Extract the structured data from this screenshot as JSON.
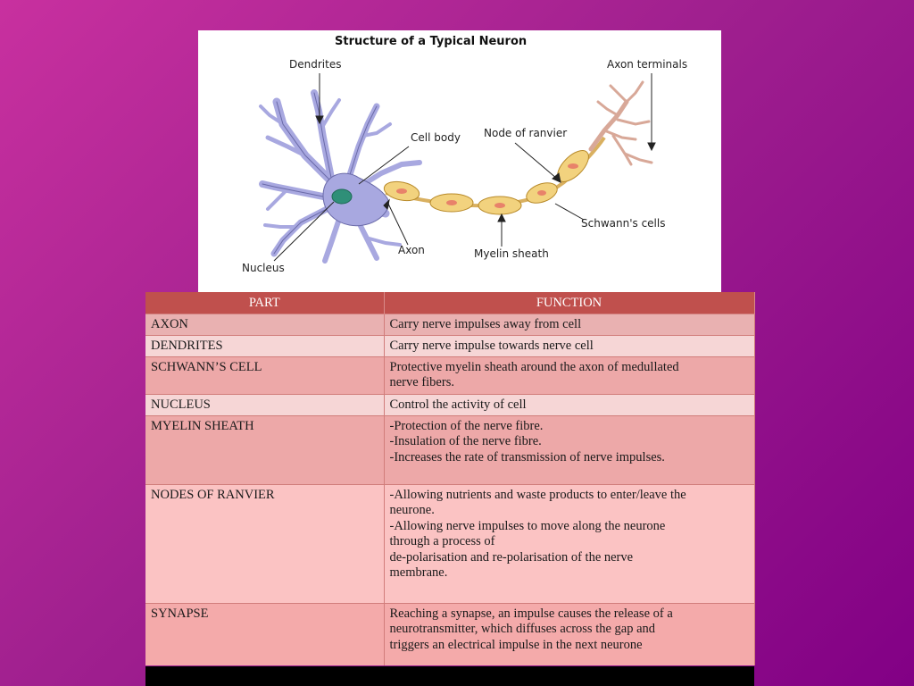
{
  "diagram": {
    "title": "Structure of a Typical Neuron",
    "labels": {
      "dendrites": "Dendrites",
      "axon_terminals": "Axon terminals",
      "cell_body": "Cell body",
      "node_of_ranvier": "Node of ranvier",
      "schwanns_cells": "Schwann's cells",
      "nucleus": "Nucleus",
      "axon": "Axon",
      "myelin_sheath": "Myelin sheath"
    },
    "colors": {
      "cell": "#a8a8e0",
      "cell_outline": "#6a6aa8",
      "nucleus": "#2f8f78",
      "myelin": "#f2d27e",
      "myelin_outline": "#b88a2a",
      "terminals": "#d8a898"
    }
  },
  "table": {
    "headers": {
      "part": "PART",
      "function": "FUNCTION"
    },
    "rows": [
      {
        "part": "AXON",
        "function": [
          "Carry nerve impulses away from cell"
        ]
      },
      {
        "part": "DENDRITES",
        "function": [
          "Carry nerve impulse towards nerve cell"
        ]
      },
      {
        "part": "SCHWANN’S CELL",
        "function": [
          "Protective myelin sheath around the axon of medullated",
          "nerve fibers."
        ]
      },
      {
        "part": "NUCLEUS",
        "function": [
          "Control the activity of cell"
        ]
      },
      {
        "part": "MYELIN SHEATH",
        "function": [
          "-Protection of the nerve fibre.",
          "-Insulation of the nerve fibre.",
          "-Increases the rate of transmission of nerve impulses."
        ]
      },
      {
        "part": "NODES OF RANVIER",
        "function": [
          "-Allowing nutrients and waste products to enter/leave the",
          "neurone.",
          "-Allowing nerve impulses to move along the neurone",
          "through a process of",
          "de-polarisation and re-polarisation of the nerve",
          "membrane."
        ]
      },
      {
        "part": "SYNAPSE",
        "function": [
          "Reaching a synapse, an impulse causes the release of a",
          "neurotransmitter, which diffuses across the gap and",
          "triggers an electrical impulse in the next neurone"
        ]
      }
    ]
  }
}
